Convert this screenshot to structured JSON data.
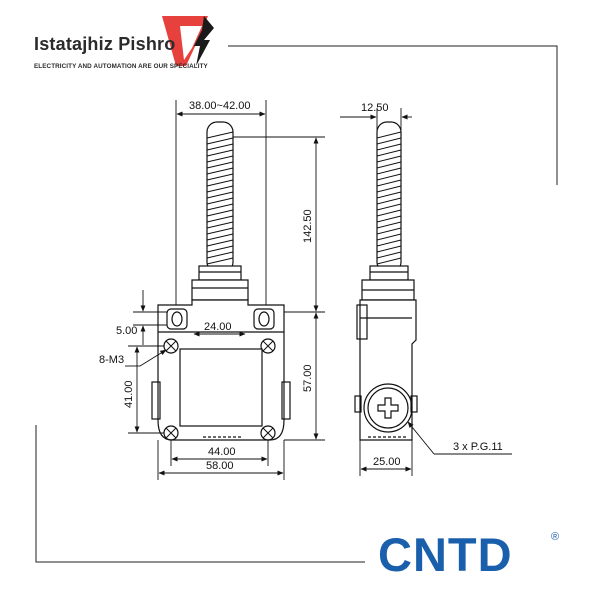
{
  "brand": {
    "name": "Istatajhiz Pishro",
    "tagline": "ELECTRICITY AND AUTOMATION ARE OUR SPECIALITY",
    "accent_color": "#e4312b"
  },
  "logo": {
    "text": "CNTD",
    "registered_mark": "®",
    "color": "#1a5fab"
  },
  "front_view": {
    "dimensions": {
      "total_width": "38.00~42.00",
      "rod_length": "142.50",
      "mount_spacing_top": "24.00",
      "slot_offset": "5.00",
      "screw_spec": "8-M3",
      "hole_vertical_spacing": "41.00",
      "body_height": "57.00",
      "hole_spacing_bottom": "44.00",
      "base_width": "58.00"
    }
  },
  "side_view": {
    "dimensions": {
      "rod_diameter": "12.50",
      "body_depth": "25.00",
      "conduit_spec": "3 x P.G.11"
    }
  }
}
